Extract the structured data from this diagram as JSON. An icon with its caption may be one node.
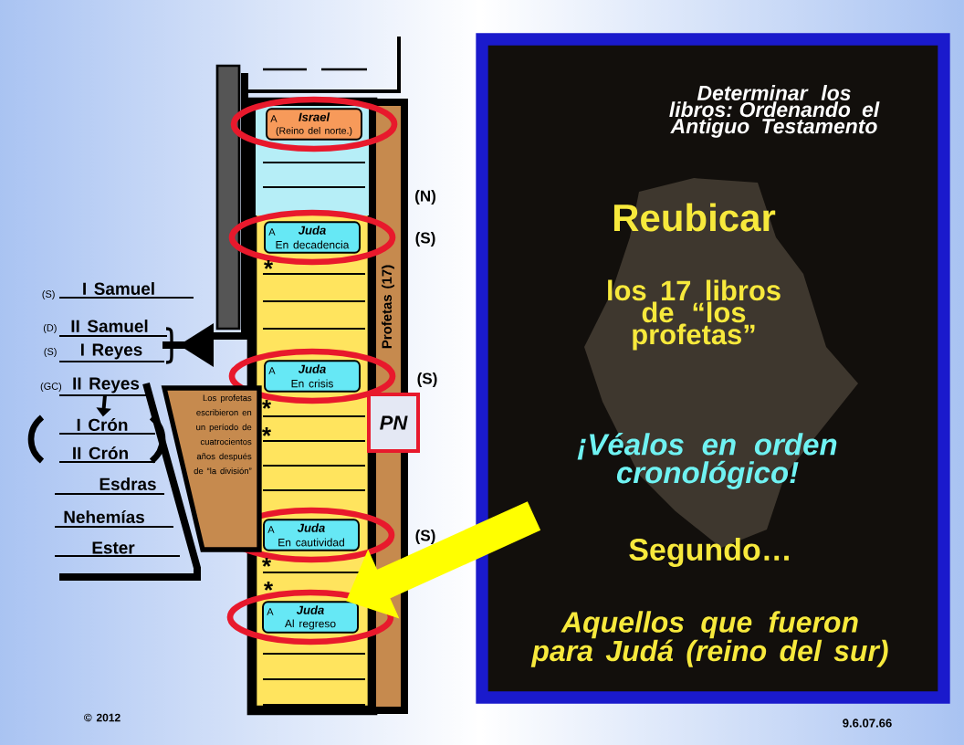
{
  "diagram": {
    "title": "Determinar los libros: Ordenando el Antiguo Testamento",
    "nodes": [
      {
        "text": [
          "A",
          "Israel",
          "(Reino del norte.)"
        ]
      },
      {
        "text": [
          "A",
          "Juda",
          "En decadencia"
        ]
      },
      {
        "text": [
          "A",
          "Juda",
          "En crisis"
        ]
      },
      {
        "text": [
          "A",
          "Juda",
          "En cautividad"
        ]
      },
      {
        "text": [
          "A",
          "Juda",
          "Al regreso"
        ]
      },
      {
        "text": [
          "Los profetas escribieron en un período de cuatrocientos años después de “la división”"
        ]
      },
      {
        "text": [
          "II Reyes"
        ],
        "beside": [
          "(GC)"
        ]
      },
      {
        "text": [
          "I Crón"
        ]
      }
    ],
    "edges": [
      {
        "from": 6,
        "to": 7,
        "arrow": "to"
      },
      {
        "from": null,
        "to": 4,
        "arrow": "to",
        "style": "thick",
        "color": "#ffff00"
      }
    ],
    "labels": [
      "(N)",
      "(S)",
      "(S)",
      "(S)",
      "Profetas (17)",
      "*",
      "*",
      "*",
      "*",
      "*",
      "(S)",
      "I Samuel",
      "(D)",
      "II Samuel",
      "(S)",
      "I Reyes",
      "II Crón",
      "Esdras",
      "Nehemías",
      "Ester",
      "PN",
      "Reubicar",
      "los 17 libros de “los profetas”",
      "¡Véalos en orden cronológico!",
      "Segundo…",
      "Aquellos que fueron para Judá (reino del sur)",
      "© 2012",
      "9.6.07.66"
    ]
  }
}
